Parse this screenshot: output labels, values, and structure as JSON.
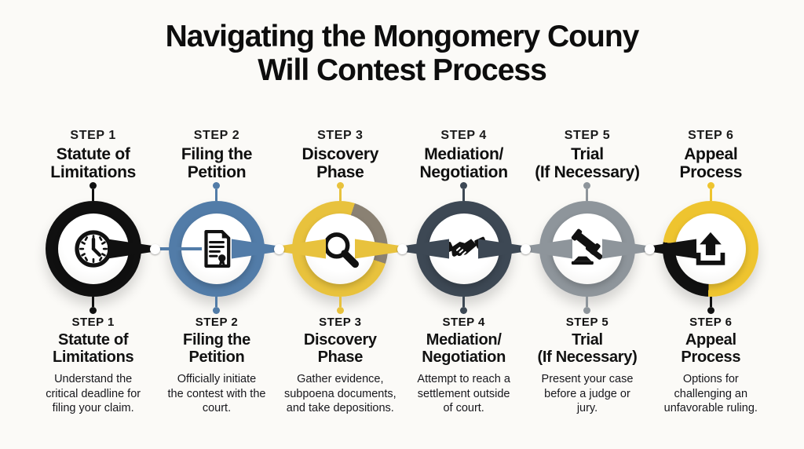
{
  "page": {
    "title": "Navigating the Mongomery Couny\nWill Contest Process",
    "background_color": "#fbfaf7",
    "text_color": "#0d0d0d"
  },
  "steps": [
    {
      "eyebrow": "STEP 1",
      "title": "Statute of\nLimitations",
      "description": "Understand the\ncritical deadline for\nfiling your claim.",
      "icon": "clock-icon",
      "color": "#101010"
    },
    {
      "eyebrow": "STEP 2",
      "title": "Filing the\nPetition",
      "description": "Officially initiate\nthe contest with the\ncourt.",
      "icon": "document-icon",
      "color": "#527ca8"
    },
    {
      "eyebrow": "STEP 3",
      "title": "Discovery\nPhase",
      "description": "Gather evidence,\nsubpoena documents,\nand take depositions.",
      "icon": "magnifier-icon",
      "color": "#e8c23d",
      "color2": "#8a8173"
    },
    {
      "eyebrow": "STEP 4",
      "title": "Mediation/\nNegotiation",
      "description": "Attempt to reach a\nsettlement outside\nof court.",
      "icon": "handshake-icon",
      "color": "#3d4854"
    },
    {
      "eyebrow": "STEP 5",
      "title": "Trial\n(If Necessary)",
      "description": "Present your case\nbefore a judge or\njury.",
      "icon": "gavel-icon",
      "color": "#8e959b"
    },
    {
      "eyebrow": "STEP 6",
      "title": "Appeal\nProcess",
      "description": "Options for\nchallenging an\nunfavorable ruling.",
      "icon": "upload-icon",
      "color": "#eec42f",
      "color2": "#111111"
    }
  ]
}
